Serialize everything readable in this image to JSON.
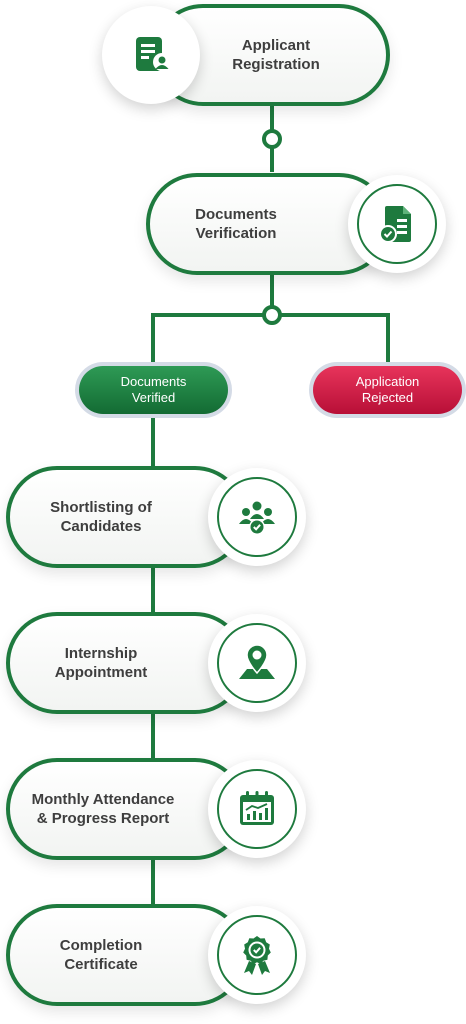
{
  "colors": {
    "primary_green": "#1e7a3e",
    "verified_green": "#1e8a47",
    "rejected_red": "#d0183f",
    "text": "#3e3e3e"
  },
  "steps": [
    {
      "label": "Applicant\nRegistration",
      "icon": "applicant-registration-icon"
    },
    {
      "label": "Documents\nVerification",
      "icon": "document-verification-icon"
    },
    {
      "label": "Shortlisting of\nCandidates",
      "icon": "group-check-icon"
    },
    {
      "label": "Internship\nAppointment",
      "icon": "map-pin-icon"
    },
    {
      "label": "Monthly Attendance\n& Progress Report",
      "icon": "calendar-chart-icon"
    },
    {
      "label": "Completion\nCertificate",
      "icon": "award-badge-icon"
    }
  ],
  "outcomes": {
    "verified": "Documents\nVerified",
    "rejected": "Application\nRejected"
  }
}
